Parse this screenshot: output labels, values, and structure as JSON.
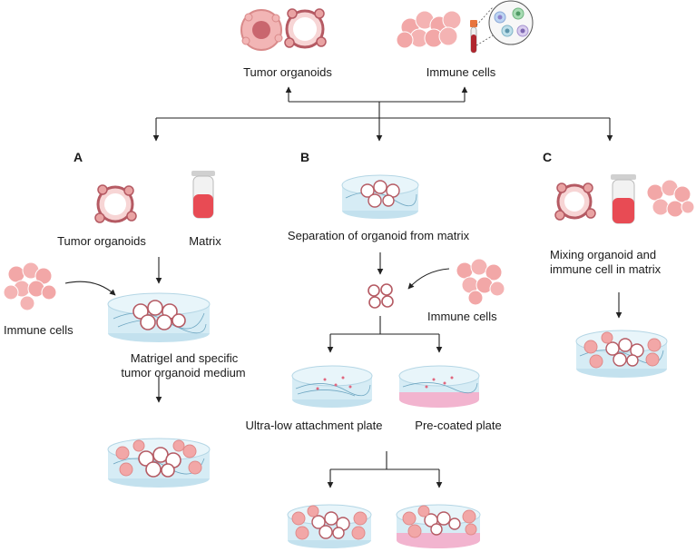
{
  "top": {
    "tumor_organoids": "Tumor organoids",
    "immune_cells": "Immune cells"
  },
  "panel_a": {
    "letter": "A",
    "tumor_organoids": "Tumor organoids",
    "matrix": "Matrix",
    "immune_cells": "Immune cells",
    "culture_line1": "Matrigel and  specific",
    "culture_line2": "tumor organoid medium"
  },
  "panel_b": {
    "letter": "B",
    "separation": "Separation of organoid from matrix",
    "immune_cells": "Immune cells",
    "ultra_low": "Ultra-low attachment plate",
    "pre_coated": "Pre-coated plate"
  },
  "panel_c": {
    "letter": "C",
    "mixing_line1": "Mixing organoid and",
    "mixing_line2": "immune cell in matrix"
  },
  "colors": {
    "organoid_fill": "#e9b6b6",
    "organoid_edge": "#b55a63",
    "immune_cell": "#f2a7a7",
    "matrix_red": "#e84b54",
    "dish": "#d6ecf5",
    "coating": "#f2b4cf"
  }
}
